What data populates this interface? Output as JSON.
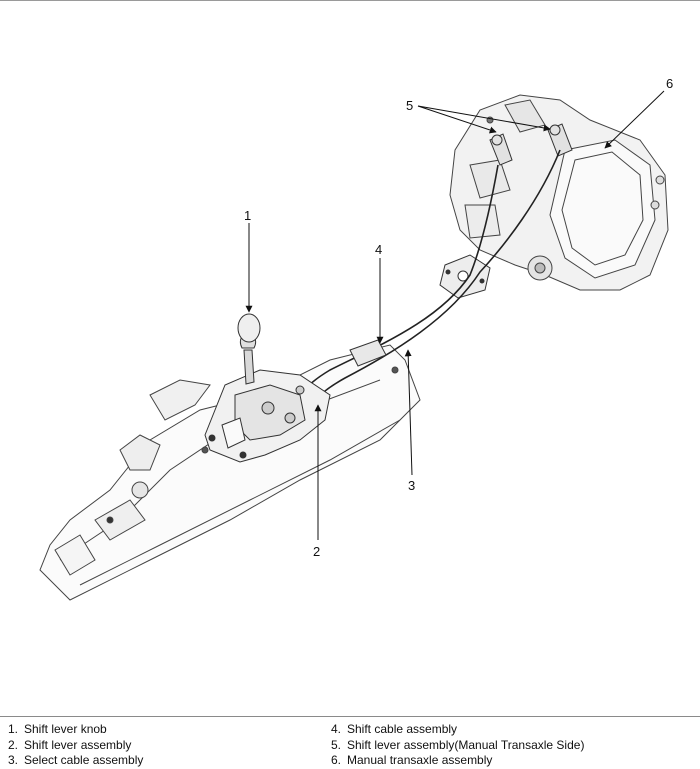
{
  "callouts": {
    "c1": "1",
    "c2": "2",
    "c3": "3",
    "c4": "4",
    "c5": "5",
    "c6": "6"
  },
  "legend": {
    "left": [
      {
        "num": "1.",
        "text": "Shift lever knob"
      },
      {
        "num": "2.",
        "text": "Shift lever assembly"
      },
      {
        "num": "3.",
        "text": "Select cable assembly"
      }
    ],
    "right": [
      {
        "num": "4.",
        "text": "Shift cable assembly"
      },
      {
        "num": "5.",
        "text": "Shift lever assembly(Manual Transaxle Side)"
      },
      {
        "num": "6.",
        "text": "Manual transaxle assembly"
      }
    ]
  },
  "colors": {
    "line": "#333333",
    "fill": "#f3f3f3",
    "rule": "#8a8a8a"
  }
}
